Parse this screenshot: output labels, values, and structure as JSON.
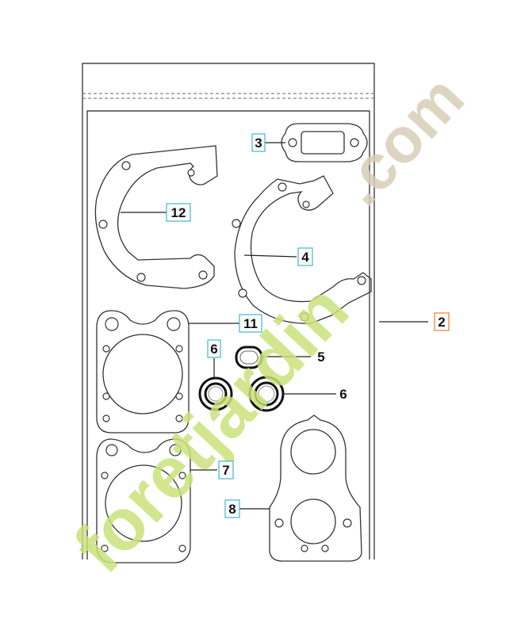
{
  "labels": {
    "l2": "2",
    "l3": "3",
    "l4": "4",
    "l5": "5",
    "l6a": "6",
    "l6b": "6",
    "l7": "7",
    "l8": "8",
    "l11": "11",
    "l12": "12"
  },
  "watermark": {
    "main": "foretjardin",
    "suffix": ".com"
  },
  "colors": {
    "label_box_cyan": "#3fb4d6",
    "label_box_orange": "#f07a2a",
    "watermark_green": "#c9e27a",
    "watermark_tan": "#d8cdb8"
  }
}
